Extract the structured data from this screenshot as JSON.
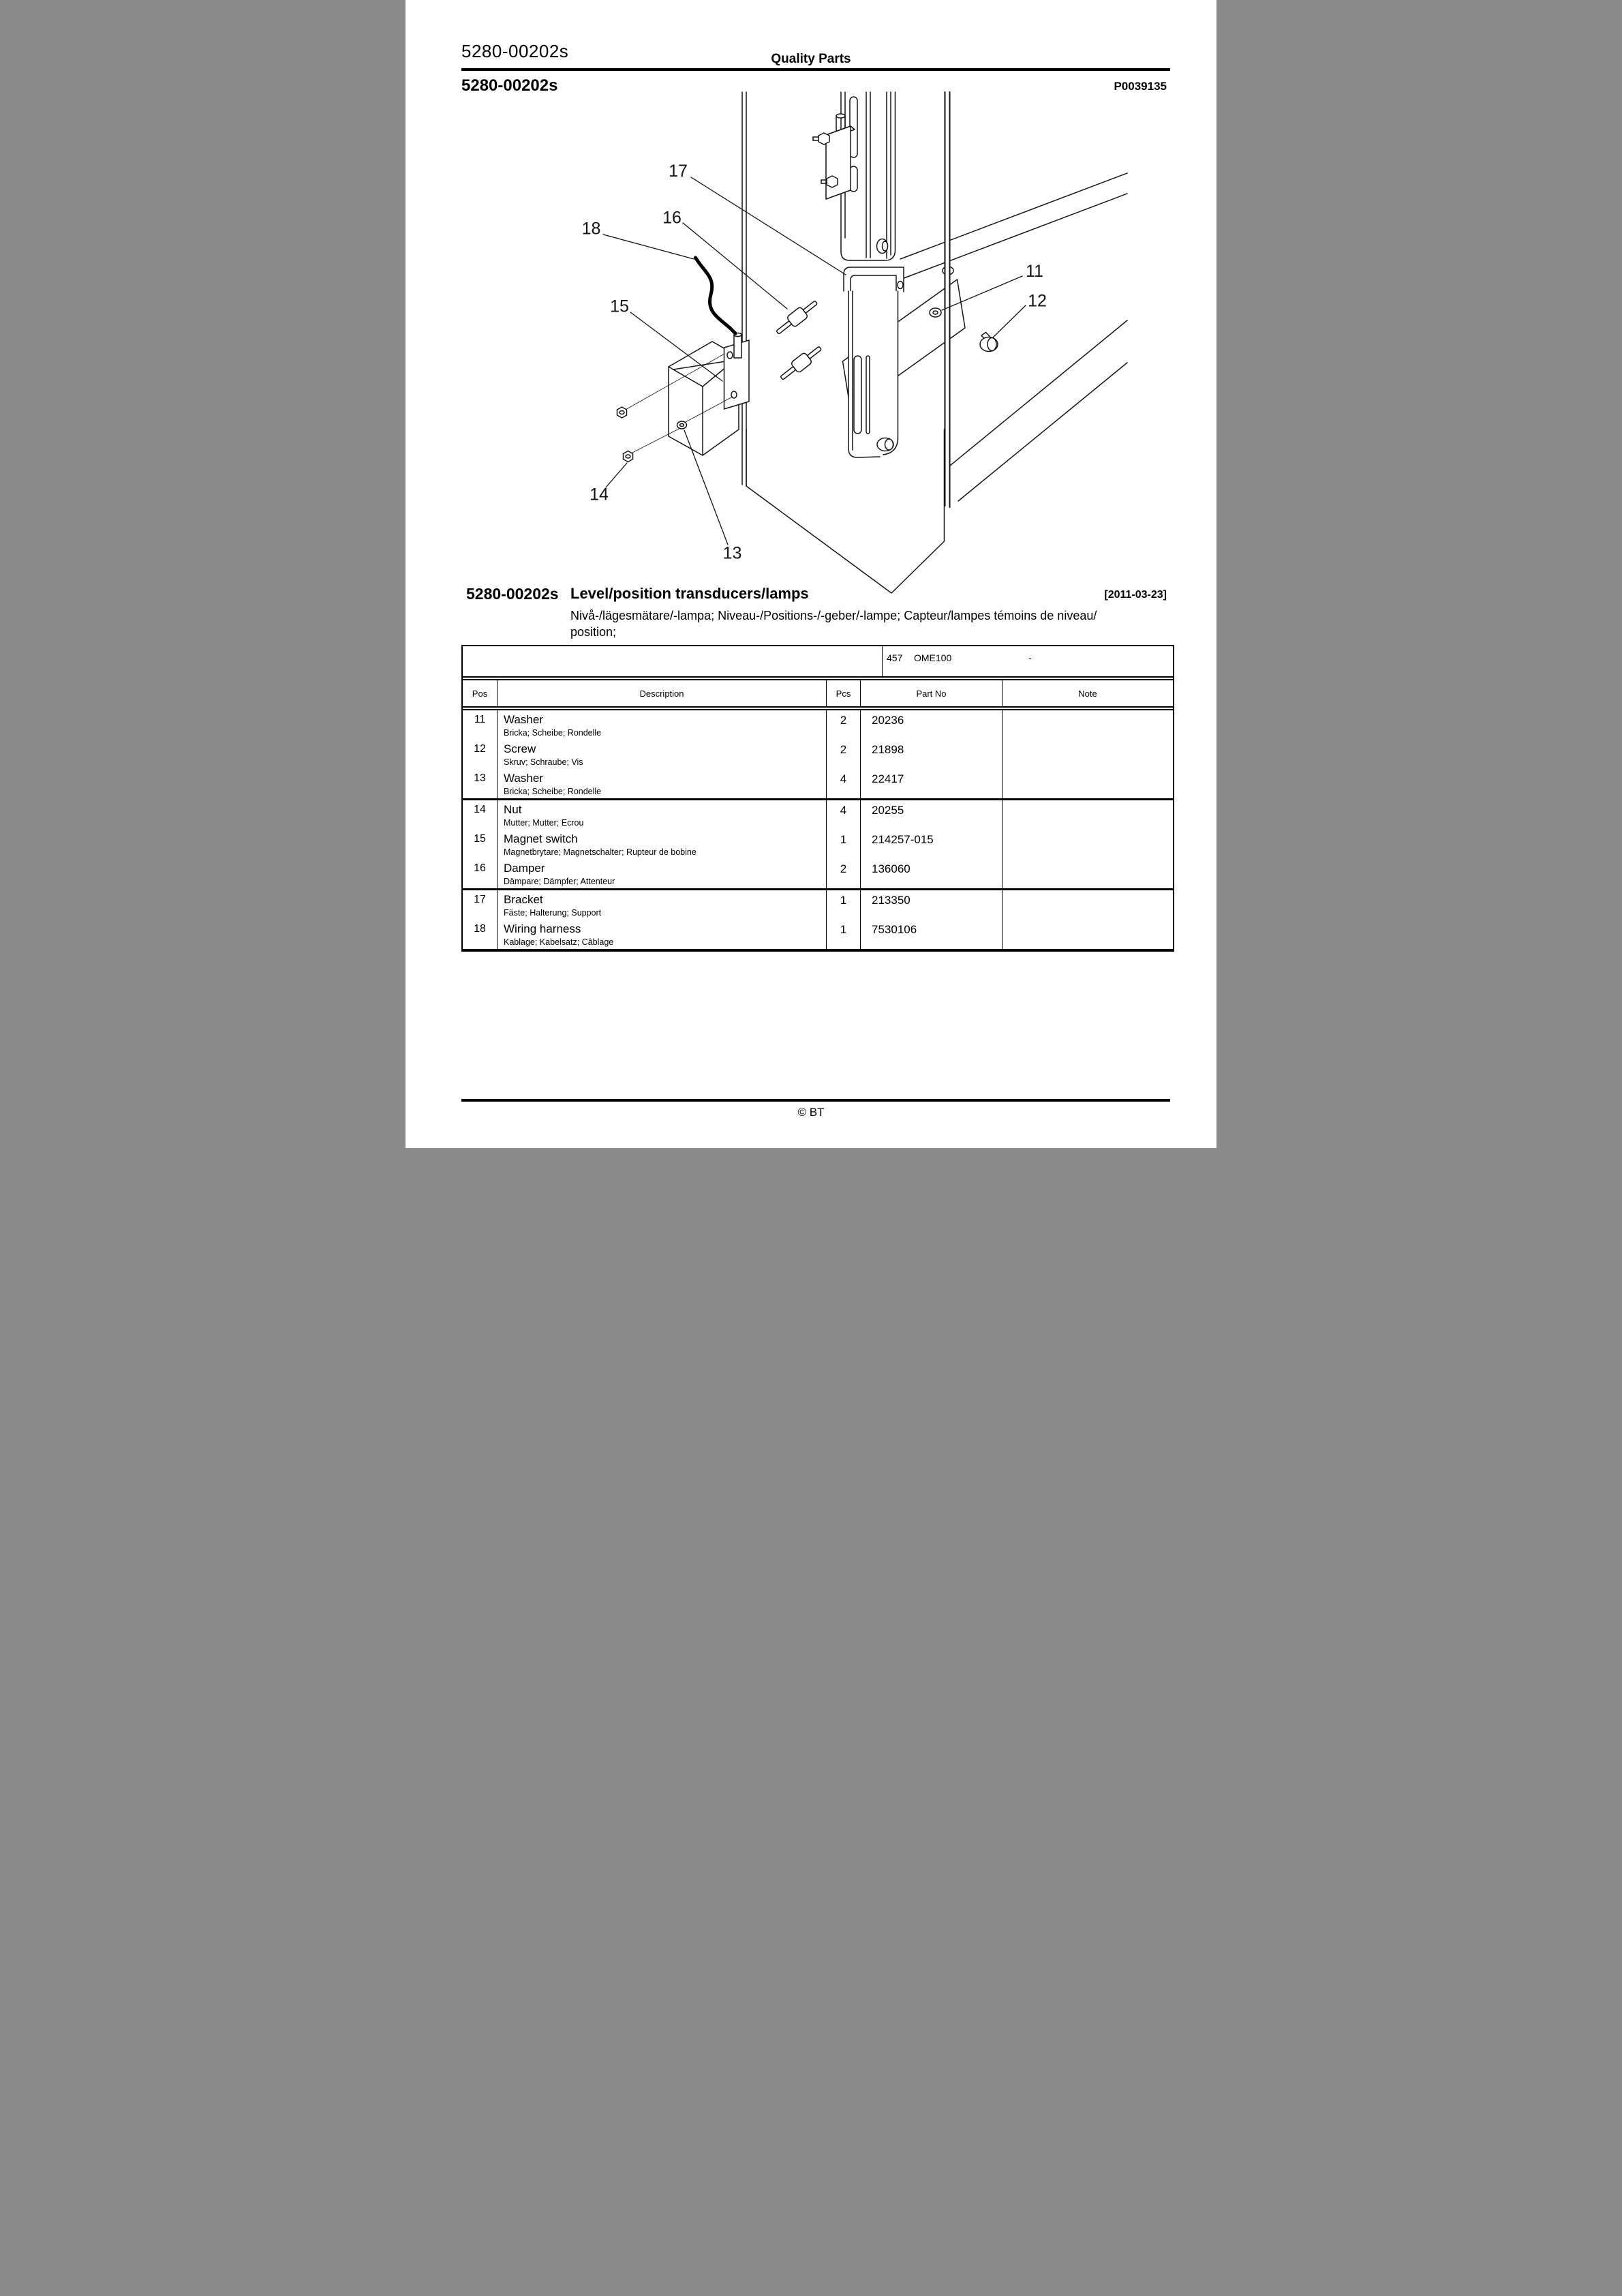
{
  "header": {
    "doc_number": "5280-00202s",
    "brand": "Quality Parts",
    "doc_number_bold": "5280-00202s",
    "figure_ref": "P0039135"
  },
  "section": {
    "doc_number": "5280-00202s",
    "title": "Level/position transducers/lamps",
    "date": "[2011-03-23]",
    "subtitle_line1": "Nivå-/lägesmätare/-lampa; Niveau-/Positions-/-geber/-lampe; Capteur/lampes témoins de niveau/",
    "subtitle_line2": "position;"
  },
  "diagram": {
    "callouts": [
      "17",
      "16",
      "18",
      "15",
      "11",
      "12",
      "14",
      "13"
    ]
  },
  "table": {
    "meta": {
      "code": "457",
      "model": "OME100",
      "dash": "-"
    },
    "headers": {
      "pos": "Pos",
      "description": "Description",
      "pcs": "Pcs",
      "part_no": "Part No",
      "note": "Note"
    },
    "rows": [
      {
        "pos": "11",
        "name": "Washer",
        "alt": "Bricka; Scheibe; Rondelle",
        "pcs": "2",
        "part_no": "20236",
        "note": ""
      },
      {
        "pos": "12",
        "name": "Screw",
        "alt": "Skruv; Schraube; Vis",
        "pcs": "2",
        "part_no": "21898",
        "note": ""
      },
      {
        "pos": "13",
        "name": "Washer",
        "alt": "Bricka; Scheibe; Rondelle",
        "pcs": "4",
        "part_no": "22417",
        "note": ""
      },
      {
        "pos": "14",
        "name": "Nut",
        "alt": "Mutter; Mutter; Ecrou",
        "pcs": "4",
        "part_no": "20255",
        "note": ""
      },
      {
        "pos": "15",
        "name": "Magnet switch",
        "alt": "Magnetbrytare; Magnetschalter; Rupteur de bobine",
        "pcs": "1",
        "part_no": "214257-015",
        "note": ""
      },
      {
        "pos": "16",
        "name": "Damper",
        "alt": "Dämpare; Dämpfer; Attenteur",
        "pcs": "2",
        "part_no": "136060",
        "note": ""
      },
      {
        "pos": "17",
        "name": "Bracket",
        "alt": "Fäste; Halterung; Support",
        "pcs": "1",
        "part_no": "213350",
        "note": ""
      },
      {
        "pos": "18",
        "name": "Wiring harness",
        "alt": "Kablage; Kabelsatz; Câblage",
        "pcs": "1",
        "part_no": "7530106",
        "note": ""
      }
    ]
  },
  "footer": {
    "copyright": "© BT"
  },
  "colors": {
    "ink": "#000000",
    "paper": "#ffffff"
  }
}
